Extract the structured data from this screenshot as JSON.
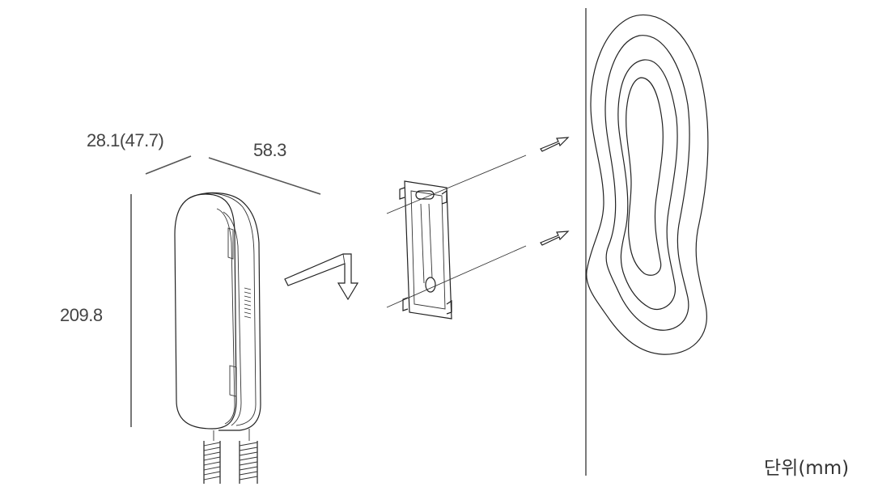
{
  "dimensions": {
    "depth": "28.1(47.7)",
    "width": "58.3",
    "height": "209.8"
  },
  "unit_label": "단위(mm)"
}
